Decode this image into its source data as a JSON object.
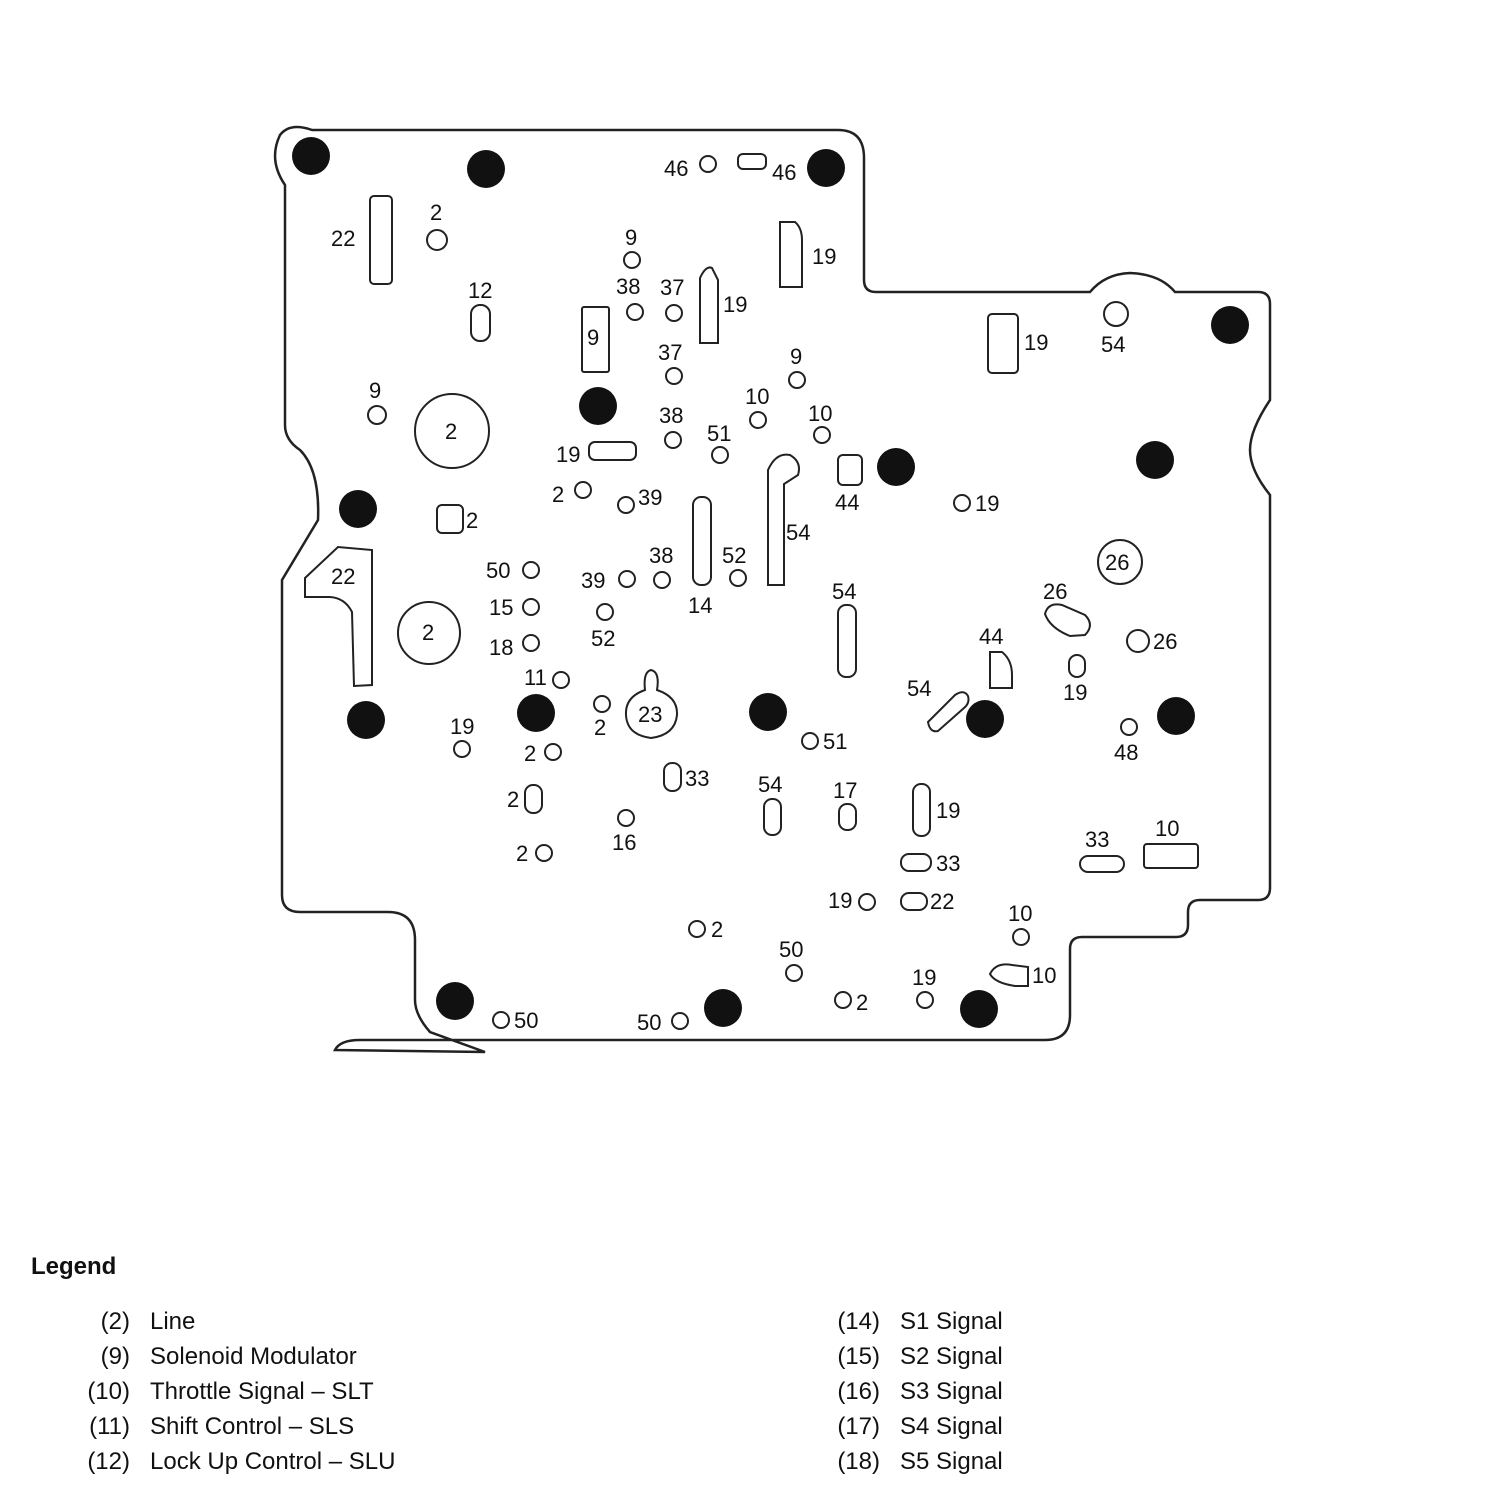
{
  "diagram": {
    "plate_labels": {
      "r0": "46",
      "r1": "46",
      "r2": "22",
      "r3": "2",
      "r4": "19",
      "r5": "9",
      "r6": "12",
      "r7": "38",
      "r8": "37",
      "r9": "19",
      "r10": "9",
      "r11": "19",
      "r12": "54",
      "r13": "37",
      "r14": "9",
      "r15": "9",
      "r16": "2",
      "r17": "10",
      "r18": "38",
      "r19": "10",
      "r20": "51",
      "r21": "19",
      "r22": "2",
      "r23": "39",
      "r24": "44",
      "r25": "19",
      "r26": "2",
      "r27": "54",
      "r28": "26",
      "r29": "50",
      "r30": "22",
      "r31": "38",
      "r32": "52",
      "r33": "39",
      "r34": "54",
      "r35": "26",
      "r36": "15",
      "r37": "14",
      "r38": "2",
      "r39": "52",
      "r40": "44",
      "r41": "26",
      "r42": "18",
      "r43": "11",
      "r44": "19",
      "r45": "54",
      "r46": "23",
      "r47": "2",
      "r48": "19",
      "r49": "51",
      "r50": "48",
      "r51": "2",
      "r52": "33",
      "r53": "54",
      "r54": "17",
      "r55": "19",
      "r56": "2",
      "r57": "16",
      "r58": "33",
      "r59": "10",
      "r60": "2",
      "r61": "33",
      "r62": "19",
      "r63": "22",
      "r64": "10",
      "r65": "2",
      "r66": "50",
      "r67": "10",
      "r68": "19",
      "r69": "2",
      "r70": "50",
      "r71": "50"
    }
  },
  "legend": {
    "title": "Legend",
    "left": [
      {
        "code": "(2)",
        "label": "Line"
      },
      {
        "code": "(9)",
        "label": "Solenoid Modulator"
      },
      {
        "code": "(10)",
        "label": "Throttle Signal – SLT"
      },
      {
        "code": "(11)",
        "label": "Shift Control – SLS"
      },
      {
        "code": "(12)",
        "label": "Lock Up Control – SLU"
      }
    ],
    "right": [
      {
        "code": "(14)",
        "label": "S1 Signal"
      },
      {
        "code": "(15)",
        "label": "S2 Signal"
      },
      {
        "code": "(16)",
        "label": "S3 Signal"
      },
      {
        "code": "(17)",
        "label": "S4 Signal"
      },
      {
        "code": "(18)",
        "label": "S5 Signal"
      }
    ]
  }
}
